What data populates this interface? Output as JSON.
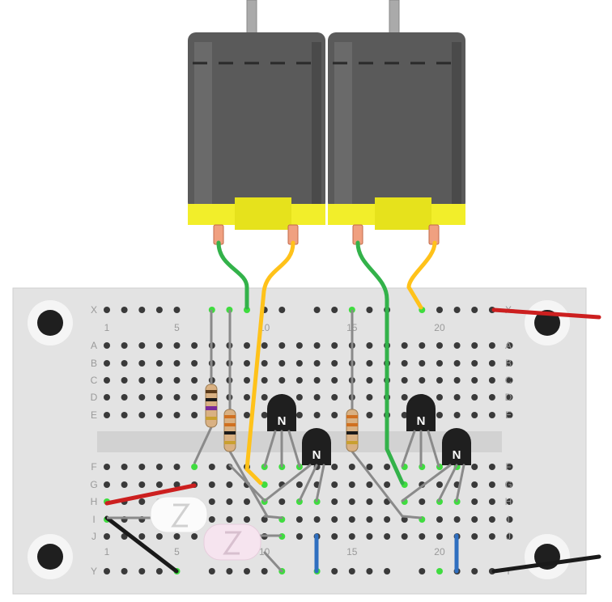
{
  "breadboard": {
    "row_letters": [
      "A",
      "B",
      "C",
      "D",
      "E",
      "F",
      "G",
      "H",
      "I",
      "J"
    ],
    "rail_letters": [
      "X",
      "Y"
    ],
    "column_numbers": [
      "1",
      "5",
      "10",
      "15",
      "20"
    ]
  },
  "transistors": [
    {
      "label": "N"
    },
    {
      "label": "N"
    },
    {
      "label": "N"
    },
    {
      "label": "N"
    }
  ],
  "colors": {
    "board": "#e3e3e3",
    "hole": "#3a3a3a",
    "active_hole": "#3fdc3f",
    "motor_body": "#5a5a5a",
    "motor_cap": "#f2ee2a",
    "wire_green": "#33b24a",
    "wire_yellow": "#ffc21a",
    "wire_red": "#cc1f1f",
    "wire_black": "#1a1a1a",
    "wire_blue": "#2f6fc0",
    "wire_gray": "#8a8a8a"
  }
}
